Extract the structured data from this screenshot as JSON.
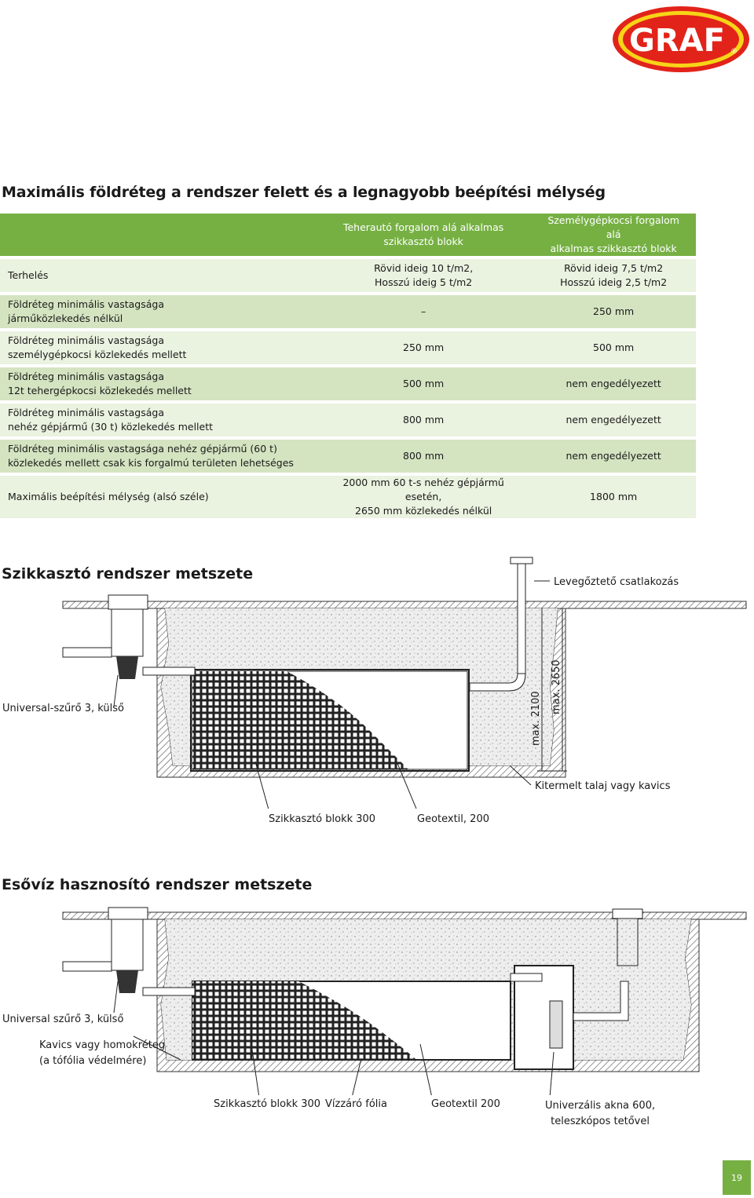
{
  "brand": {
    "logo_text": "GRAF",
    "registered": "®"
  },
  "title": "Maximális földréteg a rendszer felett és a legnagyobb beépítési mélység",
  "table": {
    "header": [
      "",
      "Teherautó forgalom alá alkalmas\nszikkasztó blokk",
      "Személygépkocsi forgalom alá\nalkalmas szikkasztó blokk"
    ],
    "rows": [
      {
        "label": "Terhelés",
        "col1": "Rövid ideig 10 t/m2,\nHosszú ideig 5 t/m2",
        "col2": "Rövid ideig 7,5 t/m2\nHosszú ideig 2,5 t/m2"
      },
      {
        "label": "Földréteg minimális vastagsága\njárműközlekedés nélkül",
        "col1": "–",
        "col2": "250 mm"
      },
      {
        "label": "Földréteg minimális vastagsága\nszemélygépkocsi közlekedés mellett",
        "col1": "250 mm",
        "col2": "500 mm"
      },
      {
        "label": "Földréteg minimális vastagsága\n12t tehergépkocsi közlekedés mellett",
        "col1": "500 mm",
        "col2": "nem engedélyezett"
      },
      {
        "label": "Földréteg minimális vastagsága\nnehéz gépjármű (30 t) közlekedés mellett",
        "col1": "800 mm",
        "col2": "nem engedélyezett"
      },
      {
        "label": "Földréteg minimális vastagsága nehéz gépjármű (60 t)\nközlekedés mellett csak kis forgalmú területen lehetséges",
        "col1": "800 mm",
        "col2": "nem engedélyezett"
      },
      {
        "label": "Maximális beépítési mélység (alsó széle)",
        "col1": "2000 mm 60 t-s nehéz gépjármű esetén,\n2650 mm közlekedés nélkül",
        "col2": "1800 mm"
      }
    ]
  },
  "section1": {
    "title": "Szikkasztó rendszer metszete",
    "labels": {
      "vent": "Levegőztető csatlakozás",
      "filter": "Universal-szűrő 3, külső",
      "dim1": "max. 2100",
      "dim2": "max. 2650",
      "soil": "Kitermelt talaj vagy kavics",
      "block": "Szikkasztó blokk 300",
      "geotextile": "Geotextil, 200"
    }
  },
  "section2": {
    "title": "Esővíz hasznosító rendszer metszete",
    "labels": {
      "filter": "Universal szűrő 3, külső",
      "gravel": "Kavics vagy homokréteg\n(a tófólia védelmére)",
      "block": "Szikkasztó blokk 300",
      "foil": "Vízzáró fólia",
      "geotextile": "Geotextil 200",
      "shaft": "Univerzális akna 600,\nteleszkópos tetővel"
    }
  },
  "page_number": "19",
  "colors": {
    "accent": "#76b043",
    "row_dark": "#d4e4c1",
    "row_light": "#eaf2e0",
    "logo_red": "#e2231a",
    "logo_yellow": "#f7d417"
  }
}
